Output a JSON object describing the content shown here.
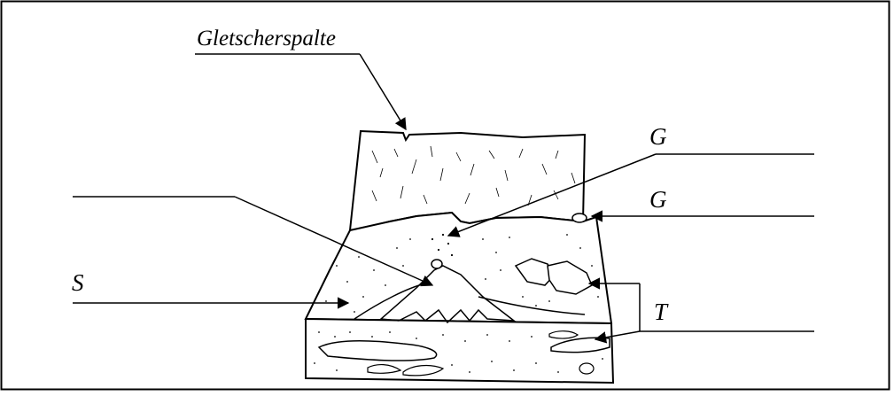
{
  "labels": {
    "crevasse": "Gletscherspalte",
    "g_upper": "G",
    "g_lower": "G",
    "s": "S",
    "t": "T"
  },
  "colors": {
    "ink": "#000000",
    "paper": "#ffffff"
  }
}
